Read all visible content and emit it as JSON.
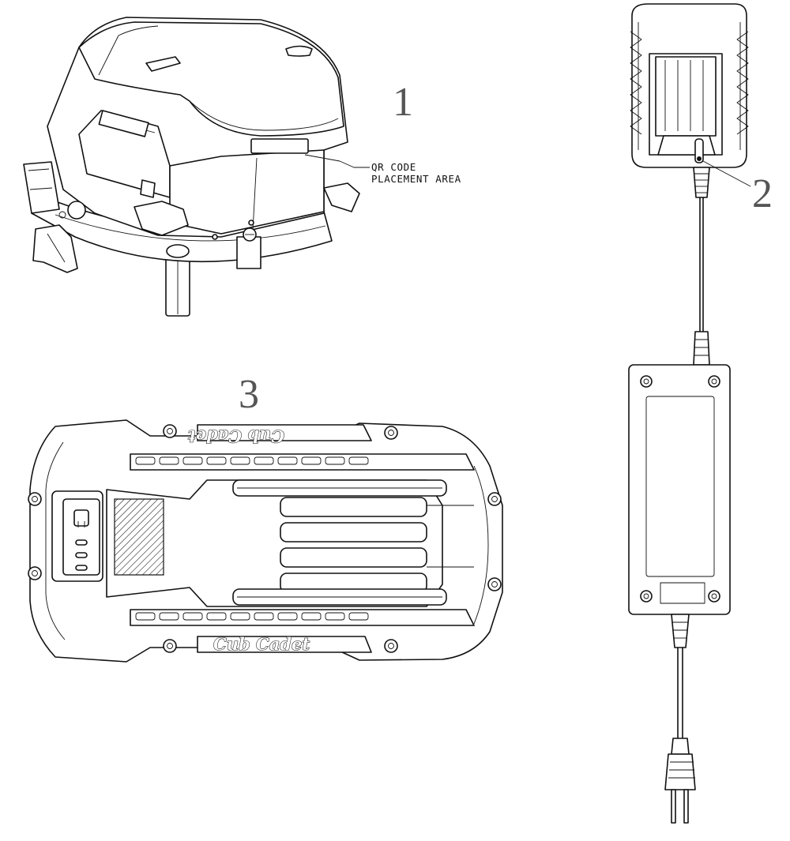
{
  "labels": {
    "item1": "1",
    "item2": "2",
    "item3": "3",
    "callout_line1": "QR CODE",
    "callout_line2": "PLACEMENT AREA",
    "logo_top": "Cub Cadet",
    "logo_bottom": "Cub Cadet"
  },
  "colors": {
    "line": "#111111",
    "number": "#555555",
    "background": "#ffffff"
  },
  "icons": [
    "screw-head-icon",
    "power-button-icon",
    "charge-led-icon",
    "ac-plug-icon"
  ]
}
